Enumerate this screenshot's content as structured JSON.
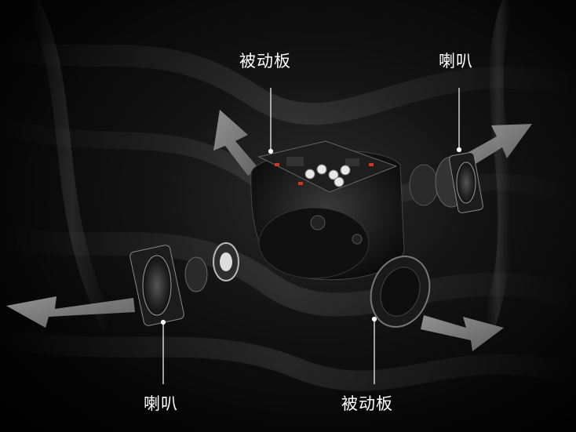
{
  "labels": {
    "top_passive": "被动板",
    "top_speaker": "喇叭",
    "bottom_speaker": "喇叭",
    "bottom_passive": "被动板"
  },
  "colors": {
    "background": "#000000",
    "arrow": "#8a8a8a",
    "text": "#ffffff"
  }
}
